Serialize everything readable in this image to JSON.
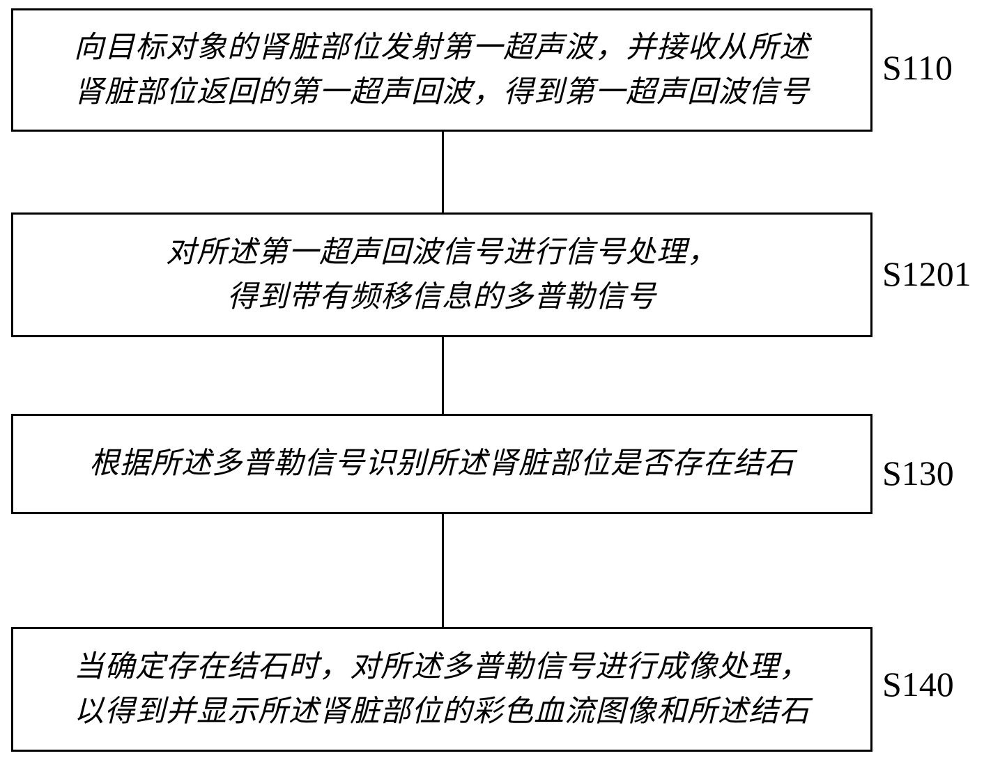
{
  "figure": {
    "type": "patent-flowchart",
    "orientation": "vertical",
    "background_color": "#ffffff",
    "line_color": "#000000",
    "text_color": "#000000"
  },
  "nodes": [
    {
      "id": "S110",
      "label": "S110",
      "text": "向目标对象的肾脏部位发射第一超声波，并接收从所述\n肾脏部位返回的第一超声回波，得到第一超声回波信号"
    },
    {
      "id": "S1201",
      "label": "S1201",
      "text": "对所述第一超声回波信号进行信号处理，\n得到带有频移信息的多普勒信号"
    },
    {
      "id": "S130",
      "label": "S130",
      "text": "根据所述多普勒信号识别所述肾脏部位是否存在结石"
    },
    {
      "id": "S140",
      "label": "S140",
      "text": "当确定存在结石时，对所述多普勒信号进行成像处理，\n以得到并显示所述肾脏部位的彩色血流图像和所述结石"
    }
  ],
  "connectors": [
    {
      "from": "S110",
      "to": "S1201"
    },
    {
      "from": "S1201",
      "to": "S130"
    },
    {
      "from": "S130",
      "to": "S140"
    }
  ]
}
